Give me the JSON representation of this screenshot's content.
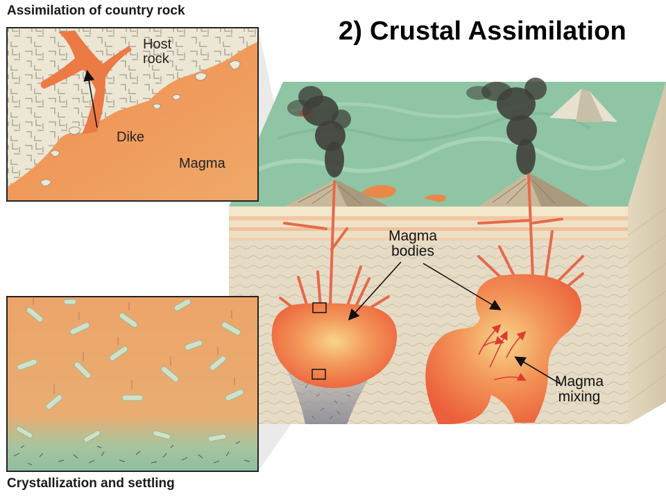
{
  "title": "2) Crustal Assimilation",
  "top_inset": {
    "caption": "Assimilation of country rock",
    "host_rock_line1": "Host",
    "host_rock_line2": "rock",
    "dike": "Dike",
    "magma": "Magma"
  },
  "bottom_inset": {
    "caption": "Crystallization and settling"
  },
  "block": {
    "magma_bodies_line1": "Magma",
    "magma_bodies_line2": "bodies",
    "magma_mixing_line1": "Magma",
    "magma_mixing_line2": "mixing"
  },
  "colors": {
    "magma_orange": "#f0a060",
    "magma_hot": "#f07a45",
    "host_rock": "#ece6d4",
    "surface_green": "#8fc5a4",
    "crust": "#e6dcc6",
    "smoke": "#3f3f3a",
    "crystal": "#cfe2c7",
    "arrow_red": "#e03a35"
  }
}
